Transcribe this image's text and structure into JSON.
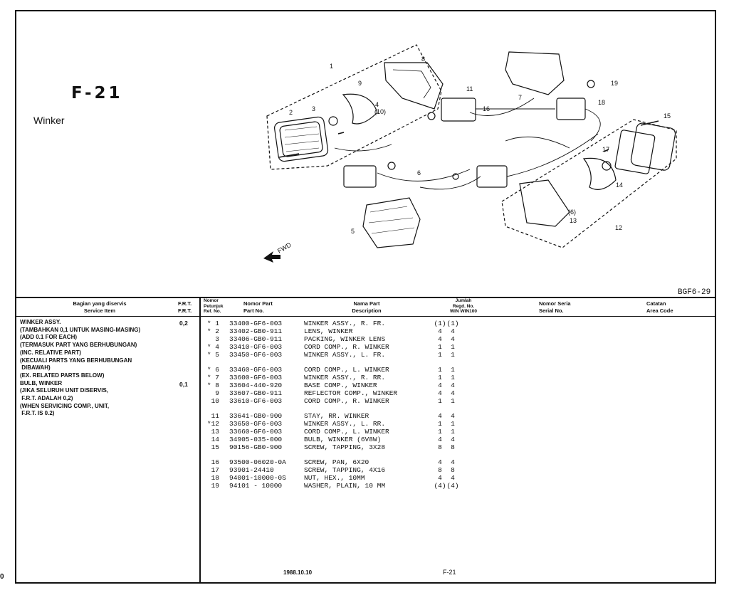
{
  "page": {
    "code": "F-21",
    "subtitle": "Winker",
    "figure_code": "BGF6-29",
    "date": "1988.10.10",
    "page_number": "F-21",
    "side_mark": "0"
  },
  "diagram": {
    "fwd_label": "FWD",
    "callouts": [
      "1",
      "2",
      "3",
      "4",
      "(10)",
      "5",
      "6",
      "(6)",
      "7",
      "8",
      "9",
      "11",
      "12",
      "13",
      "14",
      "15",
      "16",
      "17",
      "18",
      "19"
    ]
  },
  "table": {
    "headers": {
      "service_item_id": "Bagian yang diservis",
      "service_item_en": "Service Item",
      "frt_id": "F.R.T.",
      "frt_en": "F.R.T.",
      "ref_1": "Nomor",
      "ref_2": "Petunjuk",
      "ref_3": "Ref. No.",
      "part_no_id": "Nomor Part",
      "part_no_en": "Part No.",
      "name_id": "Nama Part",
      "name_en": "Description",
      "qty_1": "Jumlah",
      "qty_2": "Regd. No.",
      "qty_3": "WIN WIN100",
      "serial_id": "Nomor Seria",
      "serial_en": "Serial No.",
      "remarks_id": "Catatan",
      "remarks_en": "Area Code"
    },
    "service_text": "WINKER ASSY.\n(TAMBAHKAN 0,1 UNTUK MASING-MASING)\n(ADD 0.1 FOR EACH)\n(TERMASUK PART YANG BERHUBUNGAN)\n(INC. RELATIVE PART)\n(KECUALI PARTS YANG BERHUBUNGAN\n DIBAWAH)\n(EX. RELATED PARTS BELOW)\nBULB, WINKER\n(JIKA SELURUH UNIT DISERVIS,\n F.R.T. ADALAH 0,2)\n(WHEN SERVICING COMP., UNIT,\n F.R.T. IS 0.2)",
    "frt_values": [
      "0,2",
      "0,1"
    ],
    "parts": [
      {
        "ref": "* 1",
        "pn": "33400-GF6-003",
        "name": "WINKER ASSY., R. FR.",
        "w1": "(1)",
        "w2": "(1)"
      },
      {
        "ref": "* 2",
        "pn": "33402-GB0-911",
        "name": "LENS, WINKER",
        "w1": "4",
        "w2": "4"
      },
      {
        "ref": "3",
        "pn": "33406-GB0-911",
        "name": "PACKING, WINKER LENS",
        "w1": "4",
        "w2": "4"
      },
      {
        "ref": "* 4",
        "pn": "33410-GF6-003",
        "name": "CORD COMP., R. WINKER",
        "w1": "1",
        "w2": "1"
      },
      {
        "ref": "* 5",
        "pn": "33450-GF6-003",
        "name": "WINKER ASSY., L. FR.",
        "w1": "1",
        "w2": "1"
      },
      {
        "ref": "* 6",
        "pn": "33460-GF6-003",
        "name": "CORD COMP., L. WINKER",
        "w1": "1",
        "w2": "1"
      },
      {
        "ref": "* 7",
        "pn": "33600-GF6-003",
        "name": "WINKER ASSY., R. RR.",
        "w1": "1",
        "w2": "1"
      },
      {
        "ref": "* 8",
        "pn": "33604-440-920",
        "name": "BASE COMP., WINKER",
        "w1": "4",
        "w2": "4"
      },
      {
        "ref": "9",
        "pn": "33607-GB0-911",
        "name": "REFLECTOR COMP., WINKER",
        "w1": "4",
        "w2": "4"
      },
      {
        "ref": "10",
        "pn": "33610-GF6-003",
        "name": "CORD COMP., R. WINKER",
        "w1": "1",
        "w2": "1"
      },
      {
        "ref": "11",
        "pn": "33641-GB0-900",
        "name": "STAY, RR. WINKER",
        "w1": "4",
        "w2": "4"
      },
      {
        "ref": "*12",
        "pn": "33650-GF6-003",
        "name": "WINKER ASSY., L. RR.",
        "w1": "1",
        "w2": "1"
      },
      {
        "ref": "13",
        "pn": "33660-GF6-003",
        "name": "CORD COMP., L. WINKER",
        "w1": "1",
        "w2": "1"
      },
      {
        "ref": "14",
        "pn": "34905-035-000",
        "name": "BULB, WINKER (6V8W)",
        "w1": "4",
        "w2": "4"
      },
      {
        "ref": "15",
        "pn": "90156-GB0-900",
        "name": "SCREW, TAPPING, 3X28",
        "w1": "8",
        "w2": "8"
      },
      {
        "ref": "16",
        "pn": "93500-06020-0A",
        "name": "SCREW, PAN, 6X20",
        "w1": "4",
        "w2": "4"
      },
      {
        "ref": "17",
        "pn": "93901-24410",
        "name": "SCREW, TAPPING, 4X16",
        "w1": "8",
        "w2": "8"
      },
      {
        "ref": "18",
        "pn": "94001-10000-0S",
        "name": "NUT, HEX., 10MM",
        "w1": "4",
        "w2": "4"
      },
      {
        "ref": "19",
        "pn": "94101 - 10000",
        "name": "WASHER, PLAIN, 10 MM",
        "w1": "(4)",
        "w2": "(4)"
      }
    ]
  }
}
